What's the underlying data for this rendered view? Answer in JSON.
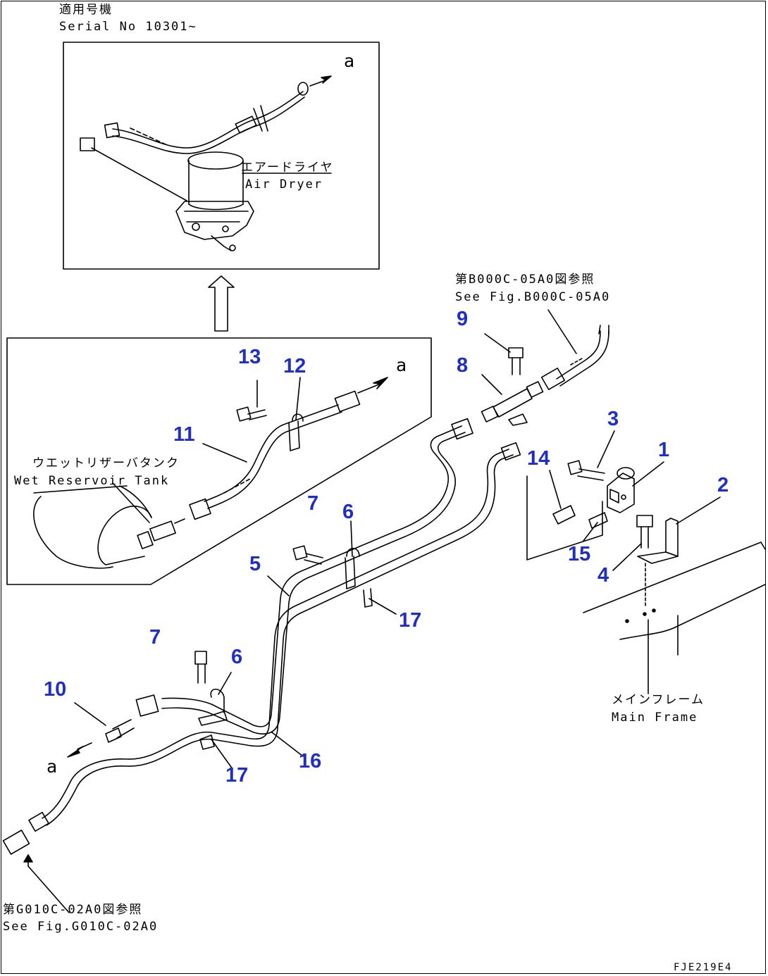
{
  "title_jp": "適用号機",
  "title_en": "Serial No 10301~",
  "air_dryer_jp": "エアードライヤ",
  "air_dryer_en": "Air Dryer",
  "see_top_jp": "第B000C-05A0図参照",
  "see_top_en": "See Fig.B000C-05A0",
  "wet_tank_jp": "ウエットリザーバタンク",
  "wet_tank_en": "Wet Reservoir Tank",
  "main_frame_jp": "メインフレーム",
  "main_frame_en": "Main Frame",
  "see_bottom_jp": "第G010C-02A0図参照",
  "see_bottom_en": "See Fig.G010C-02A0",
  "doc_code": "FJE219E4",
  "letters": {
    "a_top": "a",
    "a_mid": "a",
    "a_bottom": "a"
  },
  "callouts": {
    "c1": "1",
    "c2": "2",
    "c3": "3",
    "c4": "4",
    "c5": "5",
    "c6a": "6",
    "c6b": "6",
    "c7a": "7",
    "c7b": "7",
    "c8": "8",
    "c9": "9",
    "c10": "10",
    "c11": "11",
    "c12": "12",
    "c13": "13",
    "c14": "14",
    "c15": "15",
    "c16": "16",
    "c17a": "17",
    "c17b": "17"
  },
  "colors": {
    "callout": "#1f2fc4",
    "line": "#000000"
  }
}
